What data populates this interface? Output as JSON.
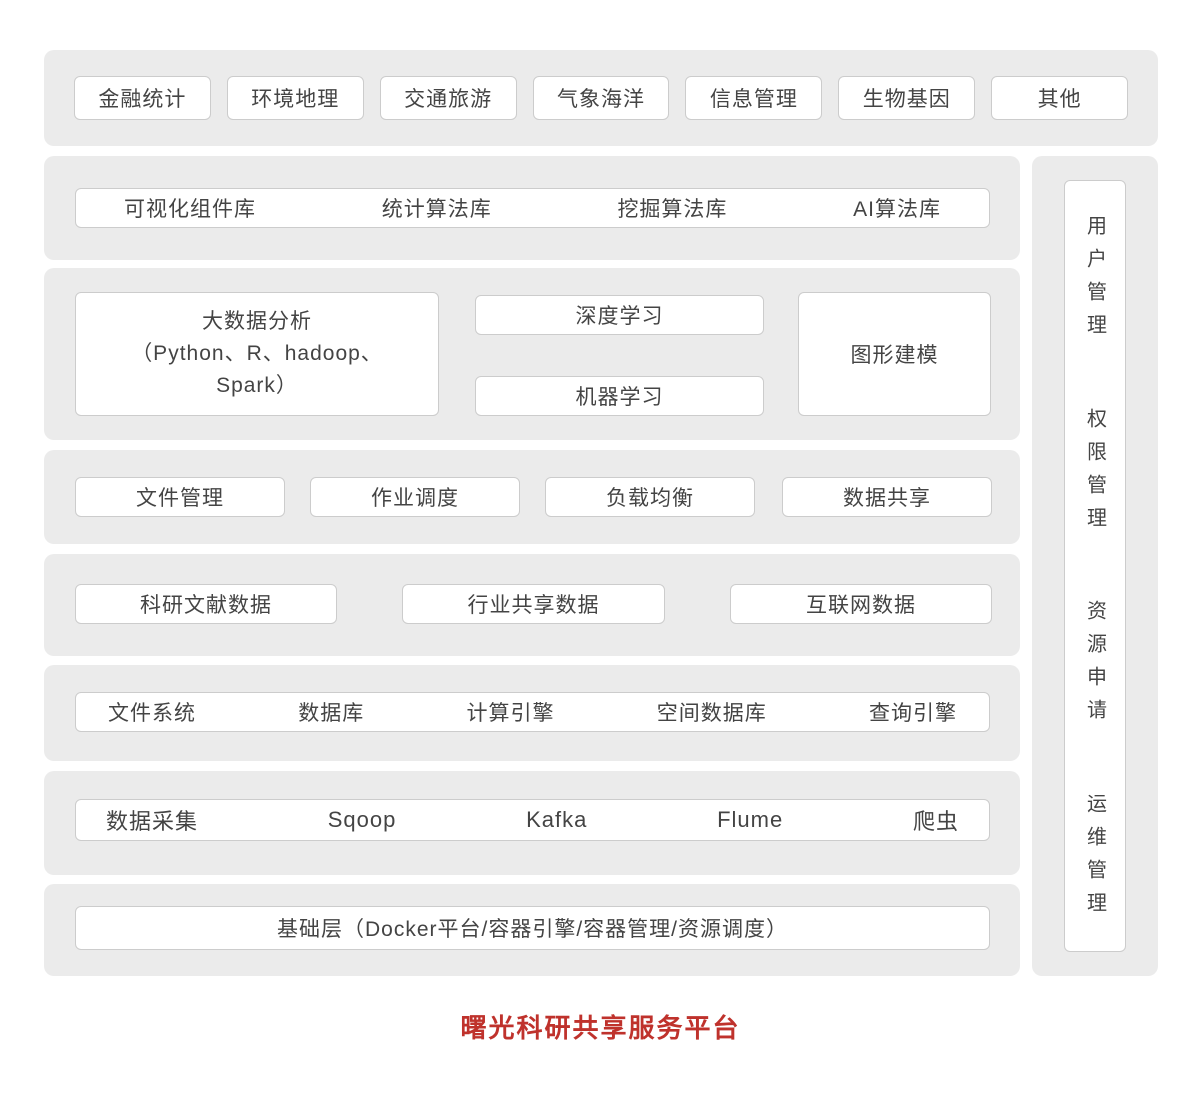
{
  "page_title": "曙光科研共享服务平台",
  "colors": {
    "container_bg": "#ebebeb",
    "box_bg": "#ffffff",
    "box_border": "#cccccc",
    "text": "#444444",
    "title": "#bf322c"
  },
  "rows": {
    "domains": [
      "金融统计",
      "环境地理",
      "交通旅游",
      "气象海洋",
      "信息管理",
      "生物基因",
      "其他"
    ],
    "libraries": [
      "可视化组件库",
      "统计算法库",
      "挖掘算法库",
      "AI算法库"
    ],
    "analysis": {
      "bigdata": "大数据分析\n（Python、R、hadoop、\nSpark）",
      "deep_learning": "深度学习",
      "machine_learning": "机器学习",
      "graph_modeling": "图形建模"
    },
    "platform": [
      "文件管理",
      "作业调度",
      "负载均衡",
      "数据共享"
    ],
    "data_sources": [
      "科研文献数据",
      "行业共享数据",
      "互联网数据"
    ],
    "storage": [
      "文件系统",
      "数据库",
      "计算引擎",
      "空间数据库",
      "查询引擎"
    ],
    "collection": [
      "数据采集",
      "Sqoop",
      "Kafka",
      "Flume",
      "爬虫"
    ],
    "base_layer": "基础层（Docker平台/容器引擎/容器管理/资源调度）"
  },
  "sidebar": [
    "用户管理",
    "权限管理",
    "资源申请",
    "运维管理"
  ]
}
